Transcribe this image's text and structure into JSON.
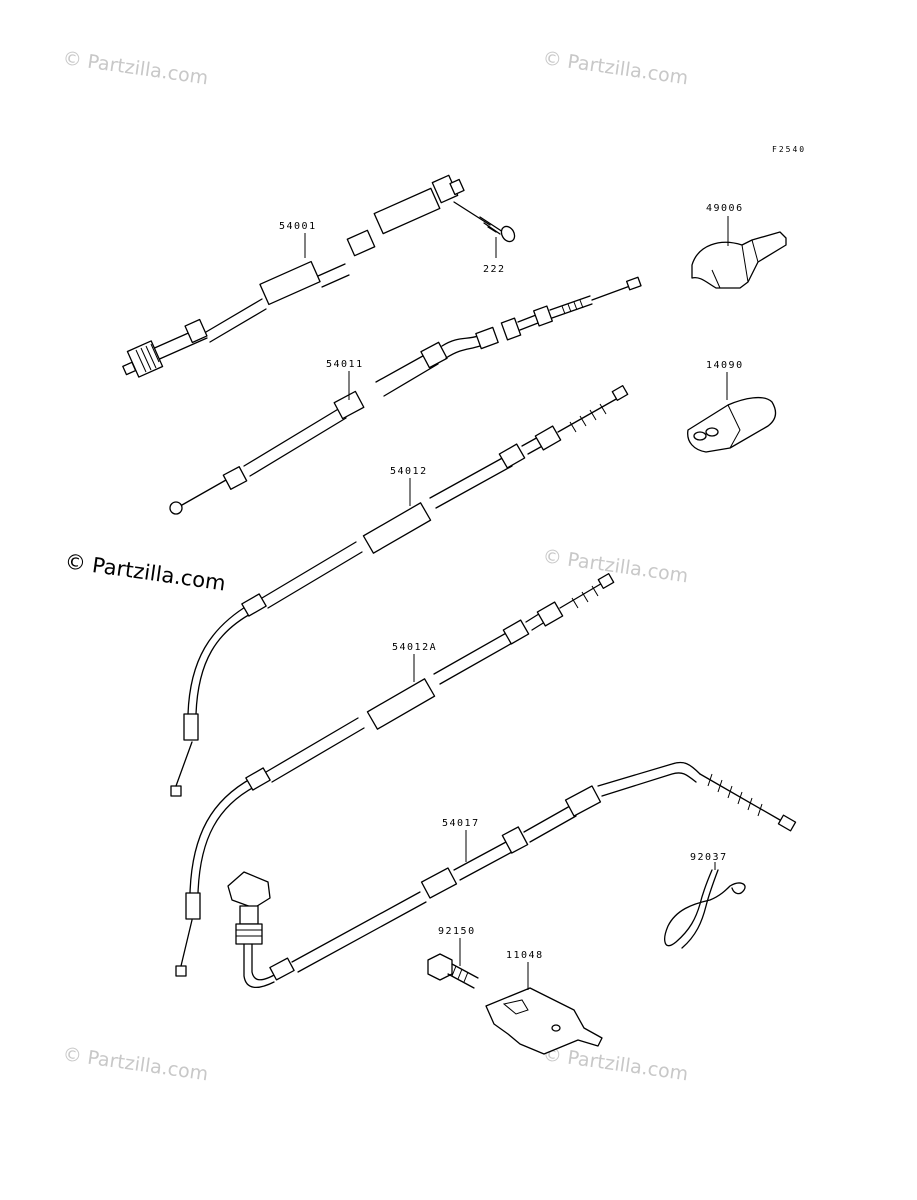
{
  "diagram": {
    "code": "F2540",
    "watermarks": [
      "© Partzilla.com",
      "© Partzilla.com",
      "© Partzilla.com",
      "© Partzilla.com",
      "© Partzilla.com",
      "© Partzilla.com"
    ],
    "watermark_featured": "© Partzilla.com",
    "parts": [
      {
        "number": "54001"
      },
      {
        "number": "222"
      },
      {
        "number": "49006"
      },
      {
        "number": "54011"
      },
      {
        "number": "14090"
      },
      {
        "number": "54012"
      },
      {
        "number": "54012A"
      },
      {
        "number": "54017"
      },
      {
        "number": "92037"
      },
      {
        "number": "92150"
      },
      {
        "number": "11048"
      }
    ]
  }
}
